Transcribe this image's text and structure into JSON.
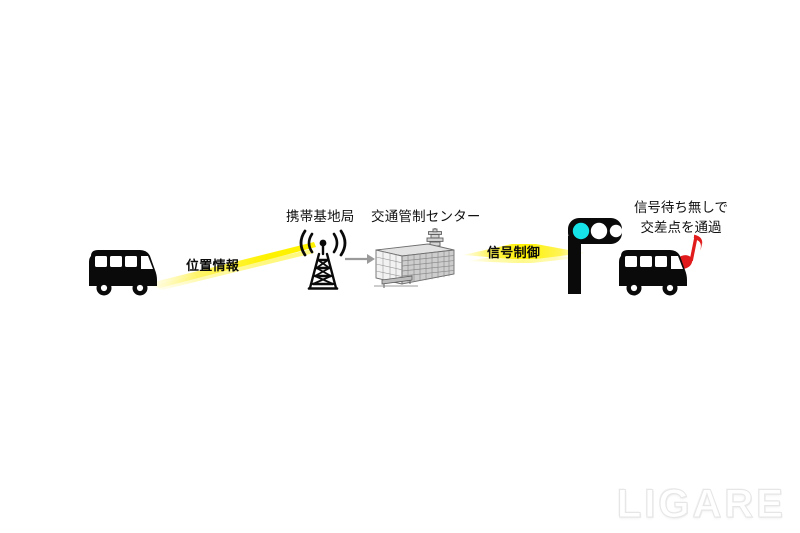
{
  "diagram": {
    "nodes": {
      "bus_origin": {
        "name": "bus"
      },
      "base_station": {
        "label": "携帯基地局"
      },
      "control_center": {
        "label": "交通管制センター"
      },
      "traffic_signal": {
        "lit_lamp": "cyan"
      },
      "bus_destination": {
        "name": "bus"
      }
    },
    "flows": [
      {
        "label": "位置情報",
        "from": "bus_origin",
        "to": "base_station"
      },
      {
        "label": "",
        "from": "base_station",
        "to": "control_center"
      },
      {
        "label": "信号制御",
        "from": "control_center",
        "to": "traffic_signal"
      }
    ],
    "callout": {
      "line1": "信号待ち無しで",
      "line2": "交差点を通過"
    },
    "music_note": "♪"
  },
  "colors": {
    "beam_yellow": "#FFF200",
    "beam_yellow_edge": "#FFFBCC",
    "signal_lit": "#16E3E8",
    "signal_unlit": "#FFFFFF",
    "icon_black": "#0A0A0A",
    "building_gray": "#C9C9C9",
    "building_outline": "#6E6E6E",
    "arrow_gray": "#9A9A9A",
    "note_red": "#E11B1B",
    "background": "#FFFFFF",
    "watermark": "#F0F0F0"
  },
  "watermark": {
    "text": "LIGARE"
  }
}
